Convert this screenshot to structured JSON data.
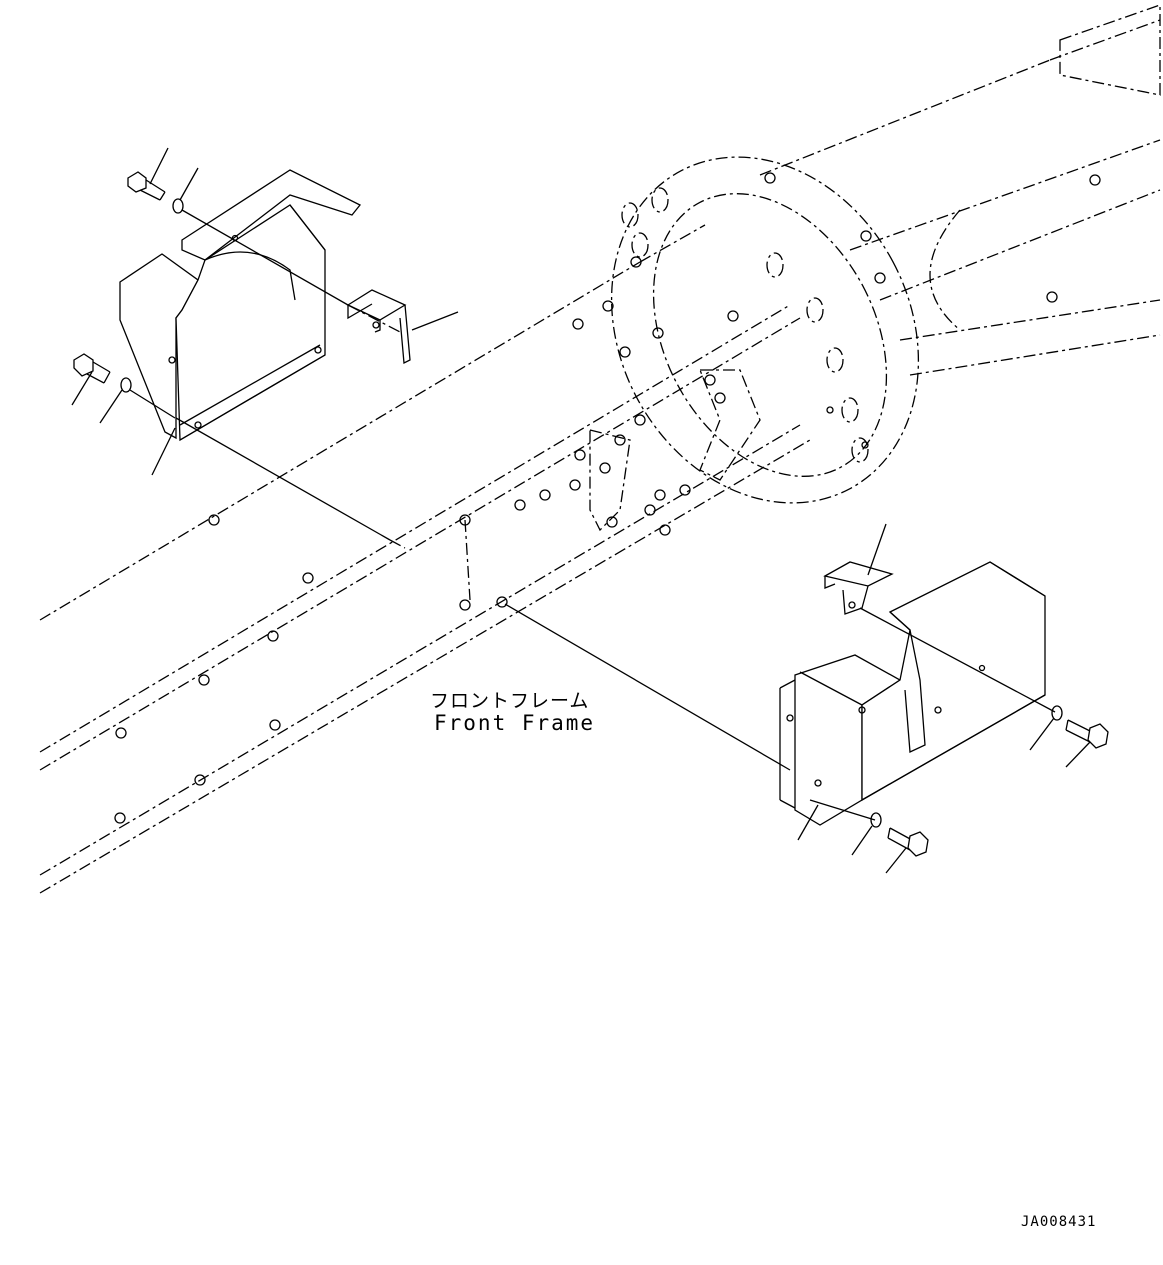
{
  "labels": {
    "frame_jp": "フロントフレーム",
    "frame_en": "Front Frame",
    "drawing_code": "JA008431"
  },
  "colors": {
    "ink": "#000000",
    "background": "#ffffff"
  }
}
